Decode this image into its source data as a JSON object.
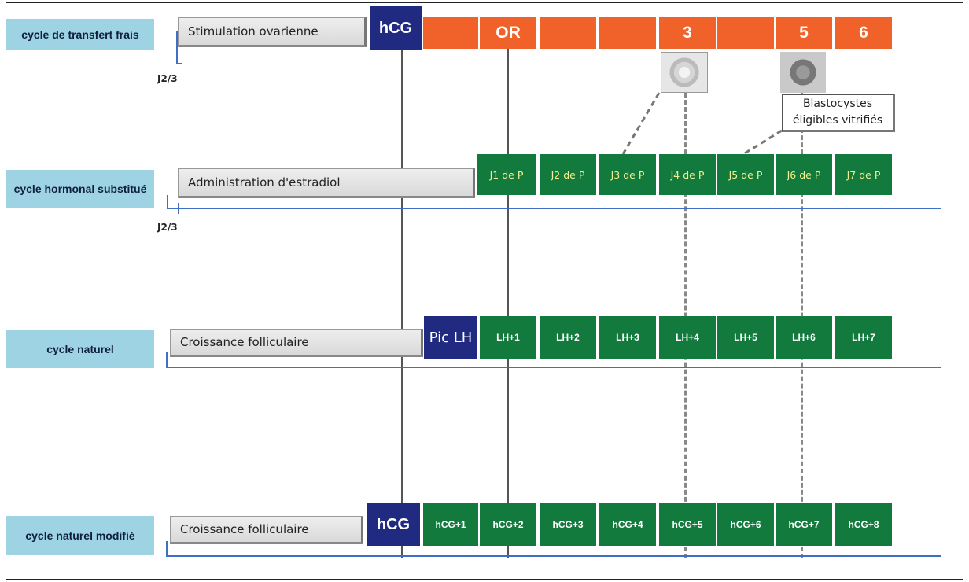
{
  "rows": {
    "fresh": {
      "label": "cycle de transfert frais",
      "start_box": "Stimulation ovarienne",
      "day_label": "J2/3",
      "trigger": "hCG",
      "cells": [
        "",
        "OR",
        "",
        "",
        "3",
        "",
        "5",
        "6"
      ]
    },
    "substituted": {
      "label": "cycle hormonal substitué",
      "start_box": "Administration d'estradiol",
      "day_label": "J2/3",
      "cells": [
        "J1 de P",
        "J2 de P",
        "J3 de P",
        "J4 de P",
        "J5 de P",
        "J6 de P",
        "J7 de P"
      ]
    },
    "natural": {
      "label": "cycle naturel",
      "start_box": "Croissance folliculaire",
      "trigger": "Pic LH",
      "cells": [
        "LH+1",
        "LH+2",
        "LH+3",
        "LH+4",
        "LH+5",
        "LH+6",
        "LH+7"
      ]
    },
    "modified": {
      "label": "cycle naturel modifié",
      "start_box": "Croissance folliculaire",
      "trigger": "hCG",
      "cells": [
        "hCG+1",
        "hCG+2",
        "hCG+3",
        "hCG+4",
        "hCG+5",
        "hCG+6",
        "hCG+7",
        "hCG+8"
      ]
    }
  },
  "callout": {
    "line1": "Blastocystes",
    "line2": "éligibles vitrifiés"
  },
  "colors": {
    "row_label_bg": "#9dd3e2",
    "orange": "#f0622a",
    "navy": "#1f2a80",
    "green": "#137a3d",
    "timeline_blue": "#3e6fc2"
  },
  "icons": [
    "embryo-day3-image",
    "blastocyst-day5-image"
  ]
}
